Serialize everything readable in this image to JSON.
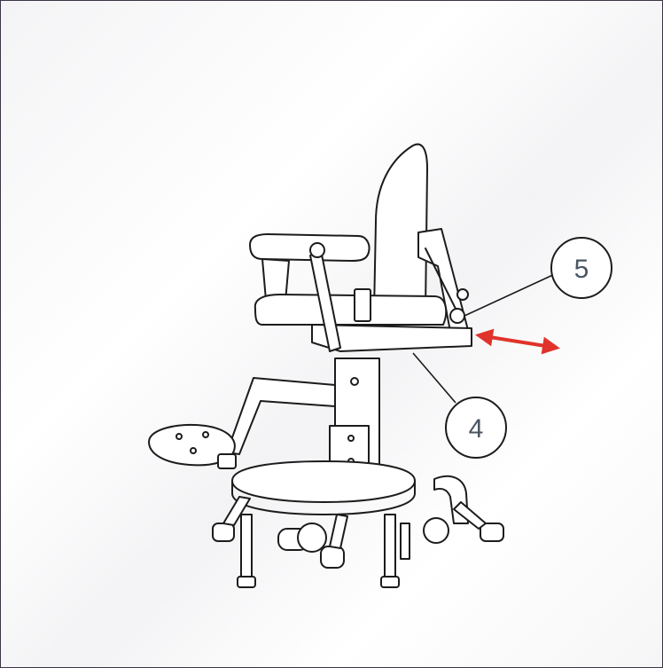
{
  "callouts": [
    {
      "id": "callout-5",
      "number": "5"
    },
    {
      "id": "callout-4",
      "number": "4"
    }
  ],
  "colors": {
    "frame_border": "#3d3346",
    "line_art": "#1c1c1c",
    "callout_text": "#4a5563",
    "arrow": "#e0332b"
  },
  "icons": {
    "adjust_arrow": "double-headed-arrow"
  }
}
